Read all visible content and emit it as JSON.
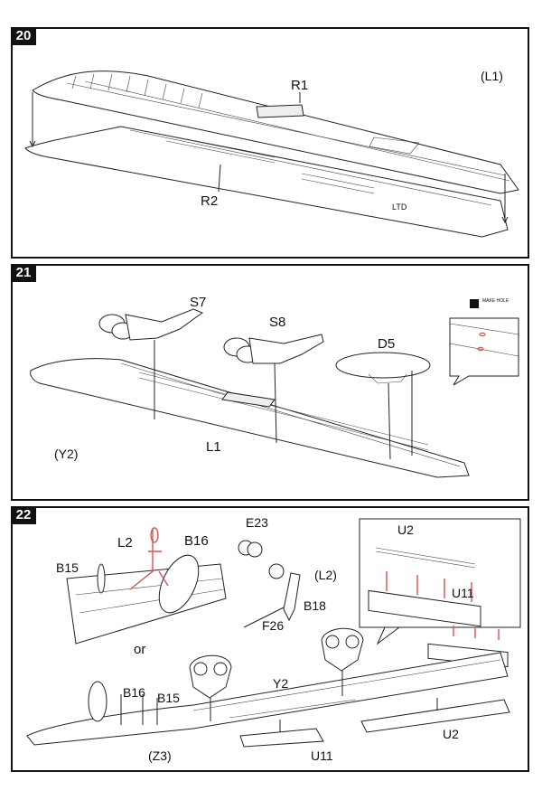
{
  "steps": [
    {
      "number": "20",
      "labels": {
        "r1": "R1",
        "r2": "R2",
        "marker": "(L1)"
      }
    },
    {
      "number": "21",
      "labels": {
        "s7": "S7",
        "s8": "S8",
        "d5": "D5",
        "l1": "L1",
        "marker": "(Y2)",
        "mark_hole": "MAKE HOLE"
      }
    },
    {
      "number": "22",
      "labels": {
        "l2": "L2",
        "b16": "B16",
        "b15": "B15",
        "or": "or",
        "e23": "E23",
        "l2_marker": "(L2)",
        "b18": "B18",
        "f26": "F26",
        "u2": "U2",
        "u11": "U11",
        "y2": "Y2",
        "b16_lower": "B16",
        "b15_lower": "B15",
        "z3": "(Z3)",
        "u11_lower": "U11",
        "u2_lower": "U2"
      }
    }
  ],
  "colors": {
    "accent_red": "#d9534f",
    "line": "#222222",
    "badge": "#111111"
  }
}
